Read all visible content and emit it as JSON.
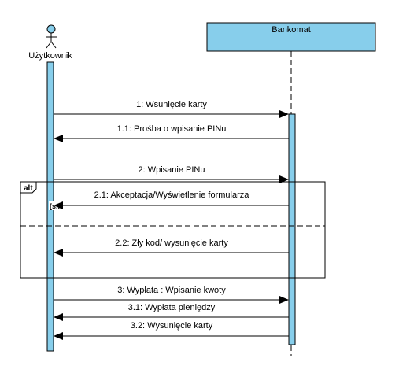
{
  "colors": {
    "accent": "#87ceeb",
    "stroke": "#000000",
    "background": "#ffffff"
  },
  "actor": {
    "label": "Użytkownik",
    "icon": "stick-figure-icon"
  },
  "system": {
    "label": "Bankomat"
  },
  "messages": [
    {
      "id": "m1",
      "label": "1: Wsunięcie karty",
      "direction": "user-to-system"
    },
    {
      "id": "m11",
      "label": "1.1: Prośba o wpisanie PINu",
      "direction": "system-to-user"
    },
    {
      "id": "m2",
      "label": "2: Wpisanie PINu",
      "direction": "user-to-system"
    },
    {
      "id": "m21",
      "label": "2.1: Akceptacja/Wyświetlenie formularza",
      "direction": "system-to-user"
    },
    {
      "id": "m22",
      "label": "2.2: Zły kod/ wysunięcie karty",
      "direction": "system-to-user"
    },
    {
      "id": "m3",
      "label": "3: Wypłata : Wpisanie kwoty",
      "direction": "user-to-system"
    },
    {
      "id": "m31",
      "label": "3.1: Wypłata pieniędzy",
      "direction": "system-to-user"
    },
    {
      "id": "m32",
      "label": "3.2: Wysunięcie karty",
      "direction": "system-to-user"
    }
  ],
  "fragment": {
    "operator": "alt",
    "guard": "[s..."
  }
}
